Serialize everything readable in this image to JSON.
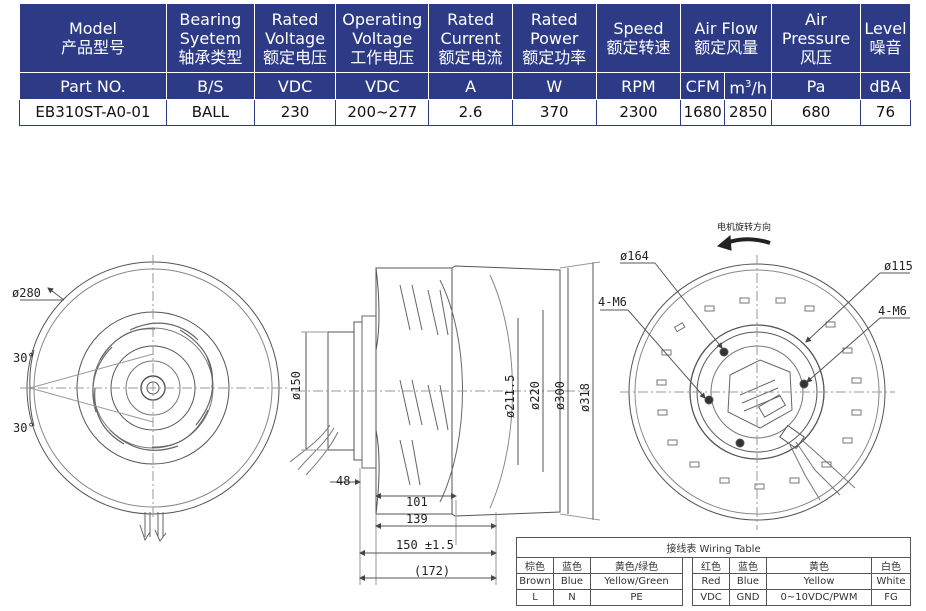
{
  "spec_table": {
    "headers": [
      {
        "en": "Model",
        "cn": "产品型号"
      },
      {
        "en": "Bearing Syetem",
        "cn": "轴承类型"
      },
      {
        "en": "Rated Voltage",
        "cn": "额定电压"
      },
      {
        "en": "Operating Voltage",
        "cn": "工作电压"
      },
      {
        "en": "Rated Current",
        "cn": "额定电流"
      },
      {
        "en": "Rated Power",
        "cn": "额定功率"
      },
      {
        "en": "Speed",
        "cn": "额定转速"
      },
      {
        "en": "Air Flow",
        "cn": "额定风量"
      },
      {
        "en": "Air Pressure",
        "cn": "风压"
      },
      {
        "en": "Level",
        "cn": "噪音"
      }
    ],
    "units": [
      "Part NO.",
      "B/S",
      "VDC",
      "VDC",
      "A",
      "W",
      "RPM",
      "CFM",
      "m",
      "3",
      "/h",
      "Pa",
      "dBA"
    ],
    "values": [
      "EB310ST-A0-01",
      "BALL",
      "230",
      "200~277",
      "2.6",
      "370",
      "2300",
      "1680",
      "2850",
      "680",
      "76"
    ]
  },
  "drawing": {
    "front": {
      "diameter": "ø280",
      "angle_top": "30°",
      "angle_bottom": "30°"
    },
    "side": {
      "d150": "ø150",
      "d211": "ø211.5",
      "d220": "ø220",
      "d300": "ø300",
      "d318": "ø318",
      "dim48": "48",
      "dim101": "101",
      "dim139": "139",
      "dim150": "150 ±1.5",
      "dim172": "(172)"
    },
    "rear": {
      "rotation_label": "电机旋转方向",
      "d164": "ø164",
      "d115": "ø115",
      "m6_left": "4-M6",
      "m6_right": "4-M6"
    }
  },
  "wiring_table": {
    "title": "接线表 Wiring Table",
    "colors_cn": [
      "棕色",
      "蓝色",
      "黄色/绿色",
      "红色",
      "蓝色",
      "黄色",
      "白色"
    ],
    "colors_en": [
      "Brown",
      "Blue",
      "Yellow/Green",
      "Red",
      "Blue",
      "Yellow",
      "White"
    ],
    "signals": [
      "L",
      "N",
      "PE",
      "VDC",
      "GND",
      "0~10VDC/PWM",
      "FG"
    ]
  }
}
